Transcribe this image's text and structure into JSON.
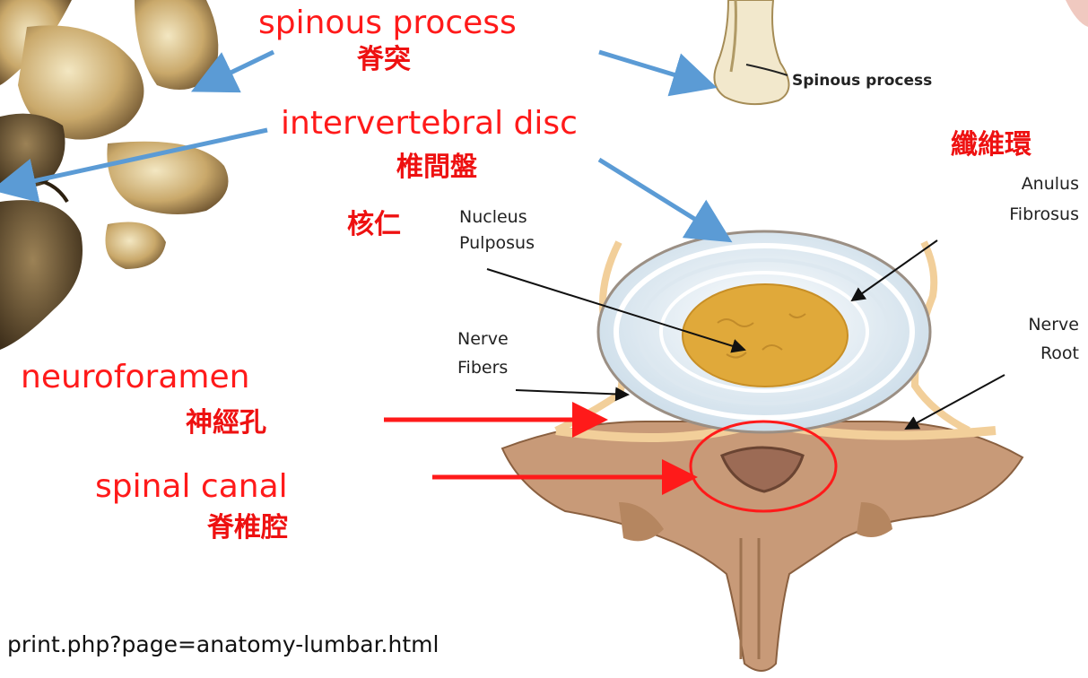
{
  "labels": {
    "spinous_en": "spinous process",
    "spinous_zh": "脊突",
    "spinous_diagram": "Spinous process",
    "disc_en": "intervertebral disc",
    "disc_zh": "椎間盤",
    "annulus_zh": "纖維環",
    "annulus_en_1": "Anulus",
    "annulus_en_2": "Fibrosus",
    "nucleus_zh": "核仁",
    "nucleus_en_1": "Nucleus",
    "nucleus_en_2": "Pulposus",
    "nerve_fibers_1": "Nerve",
    "nerve_fibers_2": "Fibers",
    "nerve_root_1": "Nerve",
    "nerve_root_2": "Root",
    "neuroforamen_en": "neuroforamen",
    "neuroforamen_zh": "神經孔",
    "canal_en": "spinal canal",
    "canal_zh": "脊椎腔",
    "url_fragment": "print.php?page=anatomy-lumbar.html"
  },
  "colors": {
    "label_red": "#ff1a1a",
    "pointer_blue": "#5b9bd5",
    "bone": "#c89a78",
    "disc": "#e4eef6",
    "nucleus": "#e0a93a"
  }
}
